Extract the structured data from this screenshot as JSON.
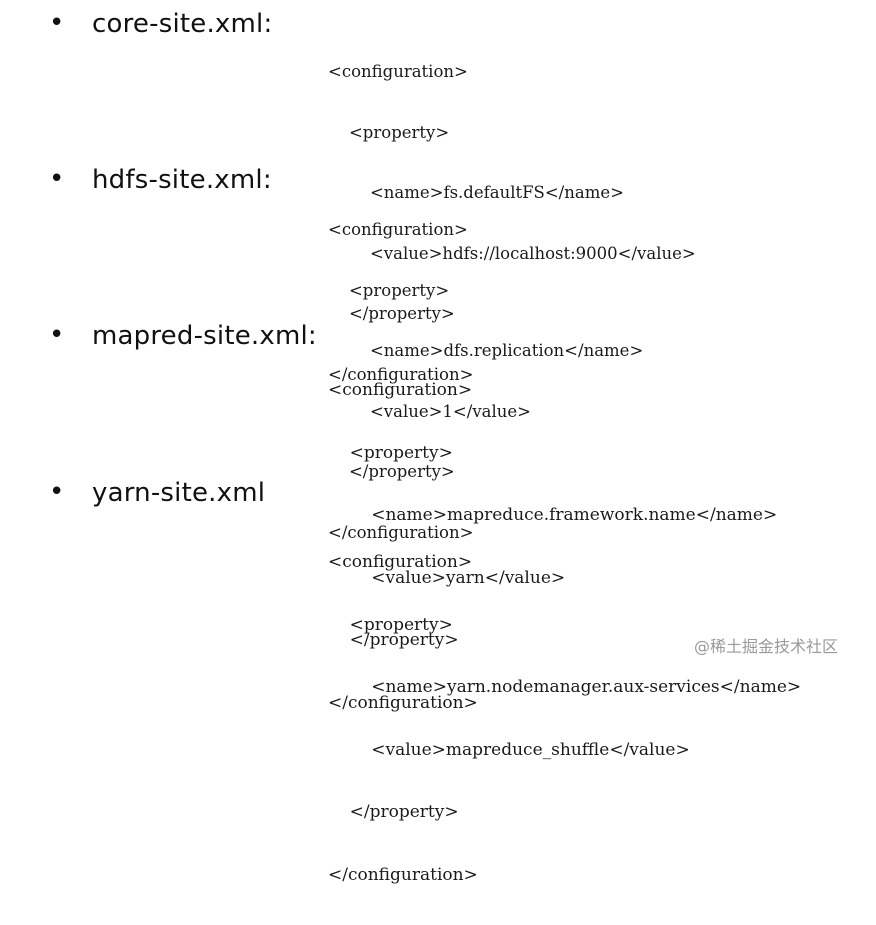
{
  "sections": [
    {
      "bullet": "•",
      "title": "core-site.xml:",
      "code": [
        "<configuration>",
        "    <property>",
        "        <name>fs.defaultFS</name>",
        "        <value>hdfs://localhost:9000</value>",
        "    </property>",
        "</configuration>"
      ]
    },
    {
      "bullet": "•",
      "title": "hdfs-site.xml:",
      "code": [
        "<configuration>",
        "    <property>",
        "        <name>dfs.replication</name>",
        "        <value>1</value>",
        "    </property>",
        "</configuration>"
      ]
    },
    {
      "bullet": "•",
      "title": "mapred-site.xml:",
      "code": [
        "<configuration>",
        "    <property>",
        "        <name>mapreduce.framework.name</name>",
        "        <value>yarn</value>",
        "    </property>",
        "</configuration>"
      ]
    },
    {
      "bullet": "•",
      "title": "yarn-site.xml",
      "code": [
        "<configuration>",
        "    <property>",
        "        <name>yarn.nodemanager.aux-services</name>",
        "        <value>mapreduce_shuffle</value>",
        "    </property>",
        "</configuration>"
      ]
    }
  ],
  "watermark": "@稀土掘金技术社区"
}
